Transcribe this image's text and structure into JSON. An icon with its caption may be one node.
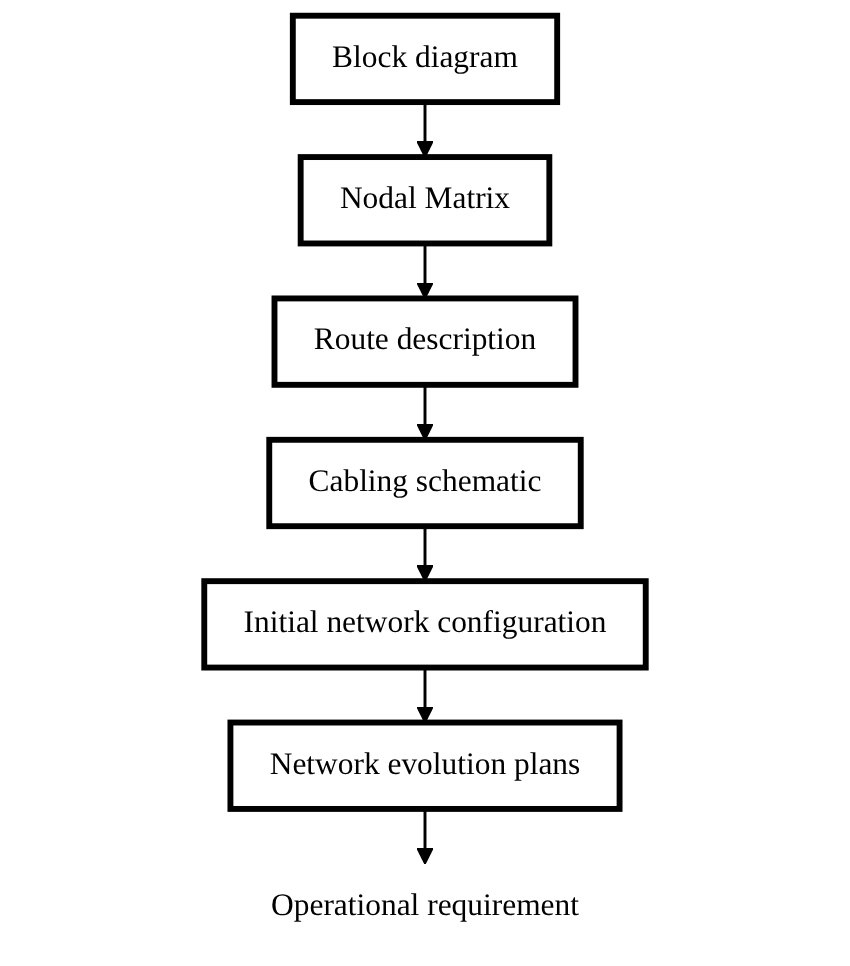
{
  "diagram": {
    "nodes": [
      {
        "text": [
          "Block diagram"
        ]
      },
      {
        "text": [
          "Nodal Matrix"
        ]
      },
      {
        "text": [
          "Route description"
        ]
      },
      {
        "text": [
          "Cabling schematic"
        ]
      },
      {
        "text": [
          "Initial network configuration"
        ]
      },
      {
        "text": [
          "Network evolution plans"
        ]
      },
      {
        "text": [
          "Operational requirement"
        ]
      }
    ],
    "edges": [
      {
        "from": 0,
        "to": 1,
        "arrow": "to"
      },
      {
        "from": 1,
        "to": 2,
        "arrow": "to"
      },
      {
        "from": 2,
        "to": 3,
        "arrow": "to"
      },
      {
        "from": 3,
        "to": 4,
        "arrow": "to"
      },
      {
        "from": 4,
        "to": 5,
        "arrow": "to"
      },
      {
        "from": 5,
        "to": 6,
        "arrow": "to"
      }
    ]
  }
}
